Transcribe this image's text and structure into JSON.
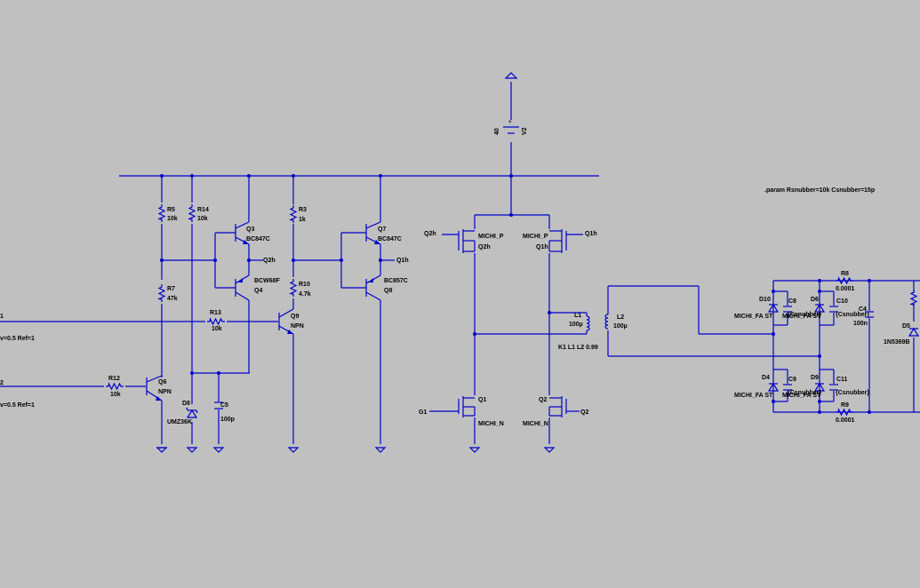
{
  "colors": {
    "background": "#c0c0c0",
    "wire": "#0000cc",
    "text": "#000000"
  },
  "directive": ".param Rsnubber=10k Csnubber=15p",
  "sources": {
    "v2_name": "V2",
    "v2_value": "40"
  },
  "partial_labels": {
    "in1_num": "1",
    "in2_num": "2",
    "in1_params": "v=0.5 Ref=1",
    "in2_params": "v=0.5 Ref=1"
  },
  "resistors": [
    {
      "name": "R5",
      "value": "10k"
    },
    {
      "name": "R14",
      "value": "10k"
    },
    {
      "name": "R7",
      "value": "47k"
    },
    {
      "name": "R3",
      "value": "1k"
    },
    {
      "name": "R10",
      "value": "4.7k"
    },
    {
      "name": "R13",
      "value": "10k"
    },
    {
      "name": "R12",
      "value": "10k"
    },
    {
      "name": "R8",
      "value": "0.0001"
    },
    {
      "name": "R9",
      "value": "0.0001"
    }
  ],
  "transistors": [
    {
      "name": "Q3",
      "model": "BC847C"
    },
    {
      "name": "Q4",
      "model": "BCW68F"
    },
    {
      "name": "Q7",
      "model": "BC847C"
    },
    {
      "name": "Q8",
      "model": "BC857C"
    },
    {
      "name": "Q9",
      "model": "NPN"
    },
    {
      "name": "Q6",
      "model": "NPN"
    }
  ],
  "mosfets": [
    {
      "name": "Q2h",
      "model": "MICHI_P"
    },
    {
      "name": "Q1h",
      "model": "MICHI_P"
    },
    {
      "name": "Q1",
      "model": "MICHI_N"
    },
    {
      "name": "Q2",
      "model": "MICHI_N"
    }
  ],
  "nets": {
    "q2h": "Q2h",
    "q1h": "Q1h",
    "g1": "G1",
    "g2": "Q2"
  },
  "diodes": [
    {
      "name": "D8",
      "model": "UMZ36K"
    },
    {
      "name": "D10",
      "model": "MICHI_FA ST"
    },
    {
      "name": "D6",
      "model": "MICHI_FA ST"
    },
    {
      "name": "D4",
      "model": "MICHI_FA ST"
    },
    {
      "name": "D9",
      "model": "MICHI_FA ST"
    },
    {
      "name": "D5",
      "model": "1N5369B"
    }
  ],
  "capacitors": [
    {
      "name": "C5",
      "value": "100p"
    },
    {
      "name": "C8",
      "value": "{Csnubber}"
    },
    {
      "name": "C10",
      "value": "{Csnubber}"
    },
    {
      "name": "C9",
      "value": "{Csnubber}"
    },
    {
      "name": "C11",
      "value": "{Csnubber}"
    },
    {
      "name": "C4",
      "value": "100n"
    }
  ],
  "inductors": [
    {
      "name": "L1",
      "value": "100µ"
    },
    {
      "name": "L2",
      "value": "100µ"
    }
  ],
  "coupling": "K1 L1 L2  0.99"
}
